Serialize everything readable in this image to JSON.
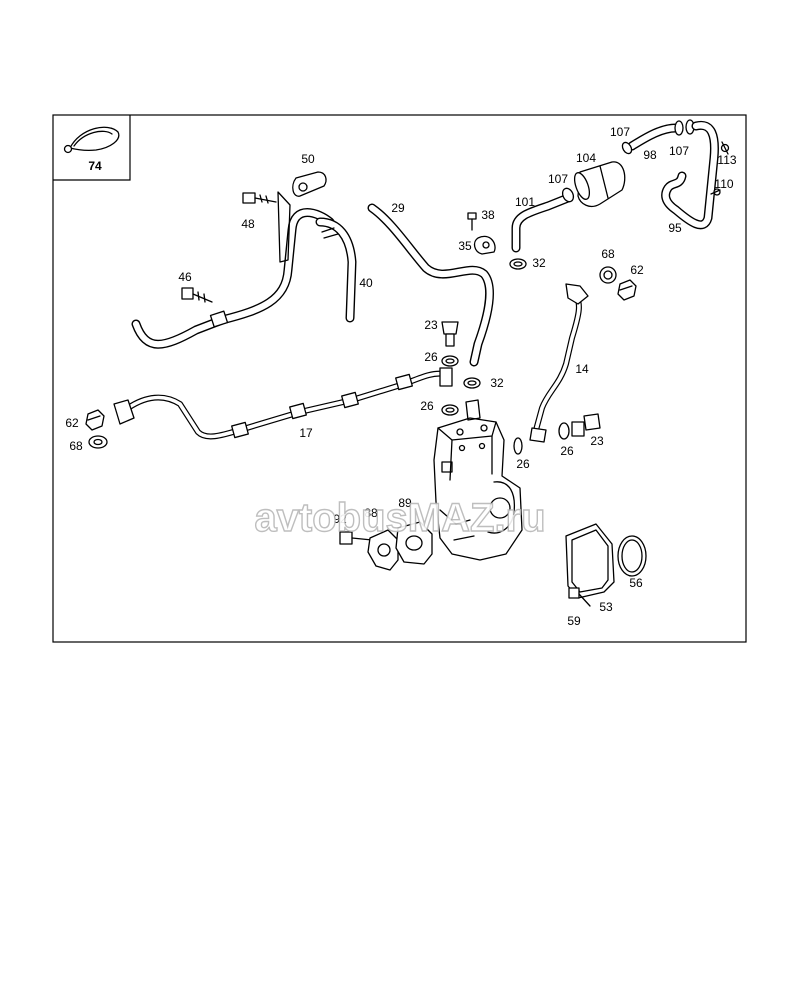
{
  "diagram": {
    "inset": {
      "label": "74"
    },
    "callouts": [
      "50",
      "48",
      "46",
      "40",
      "29",
      "38",
      "35",
      "32",
      "101",
      "107",
      "104",
      "107",
      "98",
      "107",
      "113",
      "110",
      "95",
      "68",
      "62",
      "23",
      "26",
      "32",
      "26",
      "14",
      "62",
      "68",
      "17",
      "26",
      "26",
      "23",
      "92",
      "88",
      "89",
      "53",
      "56",
      "59"
    ]
  },
  "watermark": {
    "text": "avtobusMAZ.ru"
  }
}
